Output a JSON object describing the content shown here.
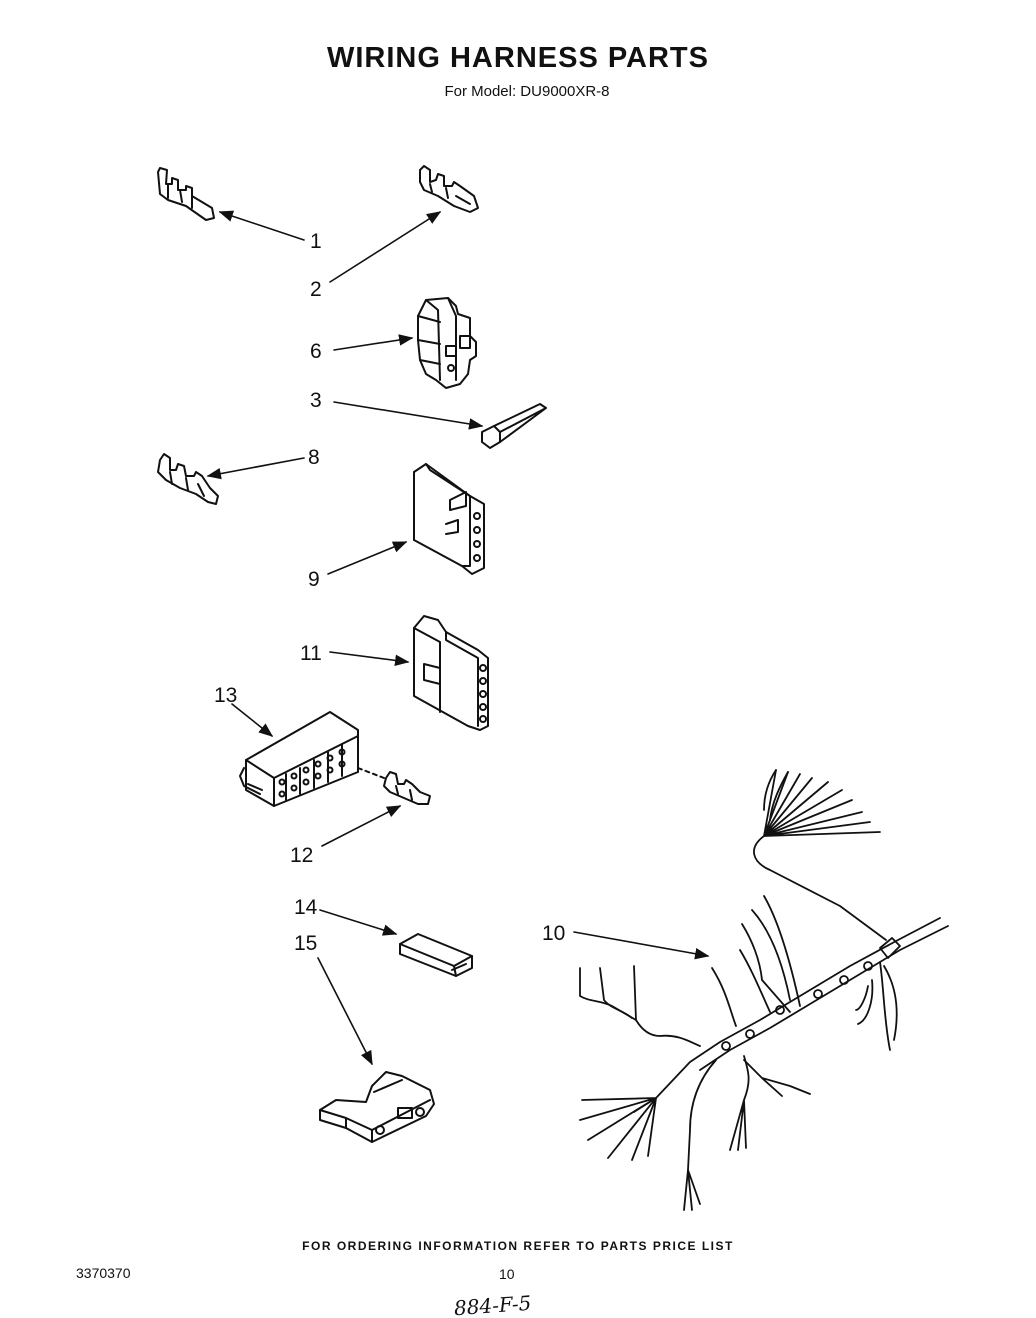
{
  "title": "WIRING HARNESS PARTS",
  "subtitle": "For Model: DU9000XR-8",
  "callouts": {
    "p1": "1",
    "p2": "2",
    "p3": "3",
    "p6": "6",
    "p8": "8",
    "p9": "9",
    "p10": "10",
    "p11": "11",
    "p12": "12",
    "p13": "13",
    "p14": "14",
    "p15": "15"
  },
  "footer": {
    "ordering_note": "FOR ORDERING INFORMATION REFER TO PARTS PRICE LIST",
    "doc_number": "3370370",
    "page_number": "10",
    "handwritten": "884-F-5"
  },
  "colors": {
    "ink": "#111111",
    "background": "#ffffff"
  }
}
